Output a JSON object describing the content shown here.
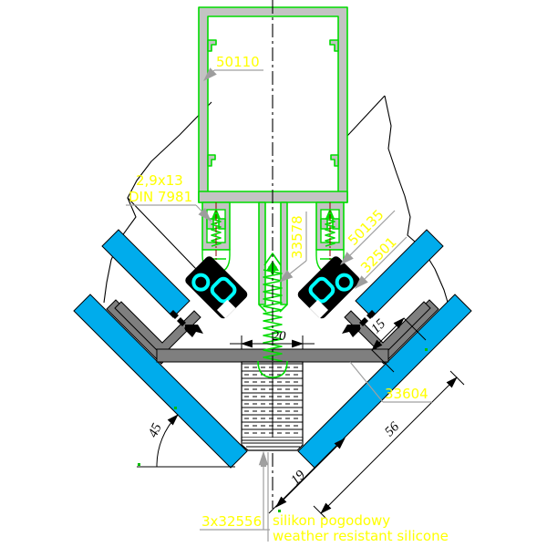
{
  "labels": {
    "profile_50110": "50110",
    "screw_size": "2,9x13",
    "screw_din": "DIN 7981",
    "seal_33578": "33578",
    "part_50135": "50135",
    "part_32501": "32501",
    "profile_33604": "33604",
    "silicone_part": "3x32556",
    "silicone_line1": "silikon pogodowy",
    "silicone_line2": "weather resistant silicone"
  },
  "dims": {
    "gap_width": "20",
    "edge_offset": "15",
    "glass_depth": "56",
    "center_offset": "19",
    "angle": "45"
  },
  "colors": {
    "green": "#00dc00",
    "dot": "#00c000",
    "blue": "#00acec",
    "cyan": "#00ffff",
    "aluminum": "#c3c3c3",
    "steel": "#7f7f7f",
    "leader": "#a0a0a0",
    "yellow": "#ffff00",
    "red": "#8b0000",
    "black": "#000000",
    "white": "#ffffff"
  }
}
